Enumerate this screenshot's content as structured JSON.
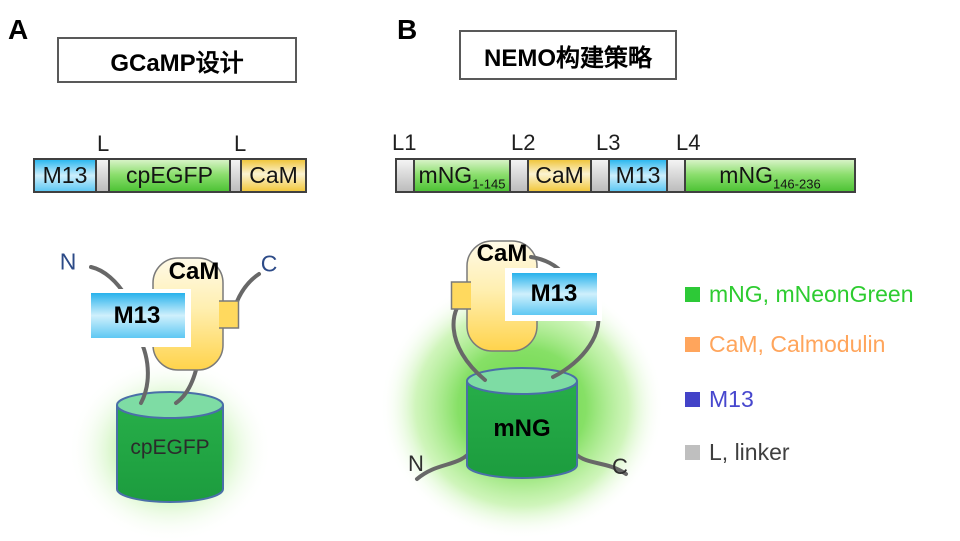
{
  "panelA": {
    "label": "A",
    "title": "GCaMP设计",
    "linkers": [
      "L",
      "L"
    ],
    "bar": {
      "m13": "M13",
      "fp": "cpEGFP",
      "cam": "CaM"
    },
    "schematic": {
      "n_label": "N",
      "c_label": "C",
      "cam_label": "CaM",
      "m13_label": "M13",
      "fp_label": "cpEGFP"
    }
  },
  "panelB": {
    "label": "B",
    "title": "NEMO构建策略",
    "linkers": [
      "L1",
      "L2",
      "L3",
      "L4"
    ],
    "bar": {
      "fp1": "mNG",
      "fp1_sub": "1-145",
      "cam": "CaM",
      "m13": "M13",
      "fp2": "mNG",
      "fp2_sub": "146-236"
    },
    "schematic": {
      "n_label": "N",
      "c_label": "C",
      "cam_label": "CaM",
      "m13_label": "M13",
      "fp_label": "mNG"
    }
  },
  "legend": {
    "items": [
      {
        "label": "mNG, mNeonGreen",
        "color": "#2ecc30",
        "swatch": "#2dc937"
      },
      {
        "label": "CaM, Calmodulin",
        "color": "#ffa55c",
        "swatch": "#ffa55c"
      },
      {
        "label": "M13",
        "color": "#4747ce",
        "swatch": "#4343c8"
      },
      {
        "label": "L, linker",
        "color": "#3f3f3f",
        "swatch": "#bfbfbf"
      }
    ]
  },
  "palette": {
    "fp_cylinder_green": "#22a945",
    "cylinder_top_green": "#7edca4",
    "cylinder_outline": "#4a6fa8",
    "cam_gold": "#ffd34b",
    "m13_blue": "#2db8ef",
    "strand_gray": "#686868",
    "n_c_navy_panelA": "#2c4a87"
  }
}
